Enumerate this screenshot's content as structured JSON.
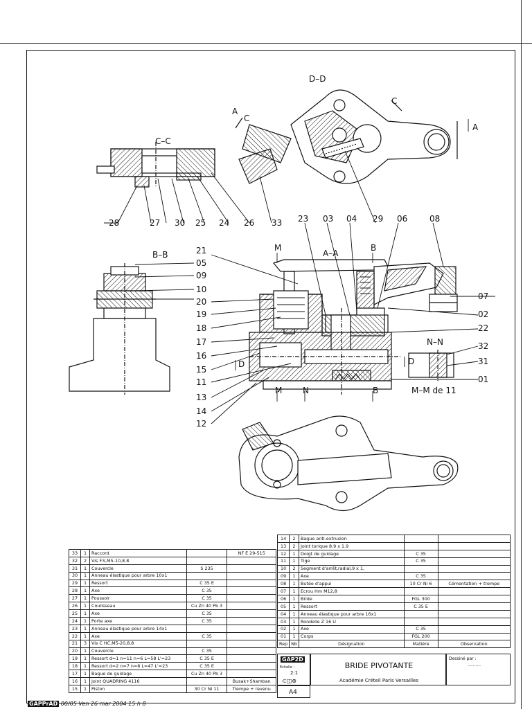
{
  "views": {
    "dd": "D–D",
    "cc": "C–C",
    "bb": "B–B",
    "aa": "A–A",
    "nn": "N–N",
    "mm": "M–M de 11"
  },
  "section_marks": {
    "A": "A",
    "C": "C",
    "M": "M",
    "B": "B",
    "D": "D",
    "N": "N"
  },
  "callouts": {
    "c28": "28",
    "c27": "27",
    "c30": "30",
    "c25": "25",
    "c24": "24",
    "c26": "26",
    "c33": "33",
    "c23": "23",
    "c03": "03",
    "c04": "04",
    "c29": "29",
    "c06": "06",
    "c08": "08",
    "c21": "21",
    "c05": "05",
    "c09": "09",
    "c10": "10",
    "c20": "20",
    "c19": "19",
    "c18": "18",
    "c17": "17",
    "c16": "16",
    "c15": "15",
    "c11": "11",
    "c13": "13",
    "c14": "14",
    "c12": "12",
    "c07": "07",
    "c02": "02",
    "c22": "22",
    "c32": "32",
    "c31": "31",
    "c01": "01"
  },
  "parts_left": [
    {
      "rep": "33",
      "nb": "1",
      "designation": "Raccord",
      "matiere": "",
      "observation": "NF E 29-515"
    },
    {
      "rep": "32",
      "nb": "2",
      "designation": "Vis F.S,M5-10,8.8",
      "matiere": "",
      "observation": ""
    },
    {
      "rep": "31",
      "nb": "1",
      "designation": "Couvercle",
      "matiere": "S 235",
      "observation": ""
    },
    {
      "rep": "30",
      "nb": "1",
      "designation": "Anneau élastique pour arbre 10x1",
      "matiere": "",
      "observation": ""
    },
    {
      "rep": "29",
      "nb": "1",
      "designation": "Ressort",
      "matiere": "C 35 E",
      "observation": ""
    },
    {
      "rep": "28",
      "nb": "1",
      "designation": "Axe",
      "matiere": "C 35",
      "observation": ""
    },
    {
      "rep": "27",
      "nb": "1",
      "designation": "Poussoir",
      "matiere": "C 35",
      "observation": ""
    },
    {
      "rep": "26",
      "nb": "1",
      "designation": "Coulisseau",
      "matiere": "Cu Zn 40 Pb 3",
      "observation": ""
    },
    {
      "rep": "25",
      "nb": "1",
      "designation": "Axe",
      "matiere": "C 35",
      "observation": ""
    },
    {
      "rep": "24",
      "nb": "1",
      "designation": "Porte axe",
      "matiere": "C 35",
      "observation": ""
    },
    {
      "rep": "23",
      "nb": "1",
      "designation": "Anneau élastique pour arbre 14x1",
      "matiere": "",
      "observation": ""
    },
    {
      "rep": "22",
      "nb": "1",
      "designation": "Axe",
      "matiere": "C 35",
      "observation": ""
    },
    {
      "rep": "21",
      "nb": "3",
      "designation": "Vis C HC,M5-20,8.8",
      "matiere": "",
      "observation": ""
    },
    {
      "rep": "20",
      "nb": "1",
      "designation": "Couvercle",
      "matiere": "C 35",
      "observation": ""
    },
    {
      "rep": "19",
      "nb": "1",
      "designation": "Ressort d=1 n=11 n=6 L=58 L'=23",
      "matiere": "C 35 E",
      "observation": ""
    },
    {
      "rep": "18",
      "nb": "1",
      "designation": "Ressort d=2 n=7 n=8 L=47 L'=23",
      "matiere": "C 35 E",
      "observation": ""
    },
    {
      "rep": "17",
      "nb": "1",
      "designation": "Bague de guidage",
      "matiere": "Cu Zn 40 Pb 3",
      "observation": ""
    },
    {
      "rep": "16",
      "nb": "1",
      "designation": "Joint QUADRING 4116",
      "matiere": "",
      "observation": "Busak+Shamban"
    },
    {
      "rep": "15",
      "nb": "1",
      "designation": "Piston",
      "matiere": "30 Cr Ni 11",
      "observation": "Trempe + revenu"
    }
  ],
  "parts_right": [
    {
      "rep": "14",
      "nb": "2",
      "designation": "Bague anti-extrusion",
      "matiere": "",
      "observation": ""
    },
    {
      "rep": "13",
      "nb": "2",
      "designation": "Joint torique 8.9 x 1.9",
      "matiere": "",
      "observation": ""
    },
    {
      "rep": "12",
      "nb": "1",
      "designation": "Doigt de guidage",
      "matiere": "C 35",
      "observation": ""
    },
    {
      "rep": "11",
      "nb": "1",
      "designation": "Tige",
      "matiere": "C 35",
      "observation": ""
    },
    {
      "rep": "10",
      "nb": "2",
      "designation": "Segment d'arrêt,radial,9 x 1,",
      "matiere": "",
      "observation": ""
    },
    {
      "rep": "09",
      "nb": "1",
      "designation": "Axe",
      "matiere": "C 35",
      "observation": ""
    },
    {
      "rep": "08",
      "nb": "1",
      "designation": "Butée d'appui",
      "matiere": "10 Cr Ni 6",
      "observation": "Cémentation + trempe"
    },
    {
      "rep": "07",
      "nb": "1",
      "designation": "Ecrou Hm M12,8",
      "matiere": "",
      "observation": ""
    },
    {
      "rep": "06",
      "nb": "1",
      "designation": "Bride",
      "matiere": "FGL 300",
      "observation": ""
    },
    {
      "rep": "05",
      "nb": "1",
      "designation": "Ressort",
      "matiere": "C 35 E",
      "observation": ""
    },
    {
      "rep": "04",
      "nb": "1",
      "designation": "Anneau élastique pour arbre 16x1",
      "matiere": "",
      "observation": ""
    },
    {
      "rep": "03",
      "nb": "1",
      "designation": "Rondelle Z 16 U",
      "matiere": "",
      "observation": ""
    },
    {
      "rep": "02",
      "nb": "1",
      "designation": "Axe",
      "matiere": "C 35",
      "observation": ""
    },
    {
      "rep": "01",
      "nb": "1",
      "designation": "Corps",
      "matiere": "FGL 200",
      "observation": ""
    }
  ],
  "table_headers": {
    "rep": "Rep",
    "nb": "Nb",
    "designation": "Désignation",
    "matiere": "Matière",
    "observation": "Observation"
  },
  "title_block": {
    "logo": "GAP2D",
    "echelle_label": "Echelle :",
    "echelle": "2:1",
    "title": "BRIDE PIVOTANTE",
    "academie": "Académie Créteil Paris Versailles",
    "format": "A4",
    "dessine_par": "Dessiné par :",
    "dessine_dots": ".........."
  },
  "footer": {
    "logo": "GAPPrAD",
    "text": "00/05    Ven 26 mar 2004    15 h 8"
  }
}
